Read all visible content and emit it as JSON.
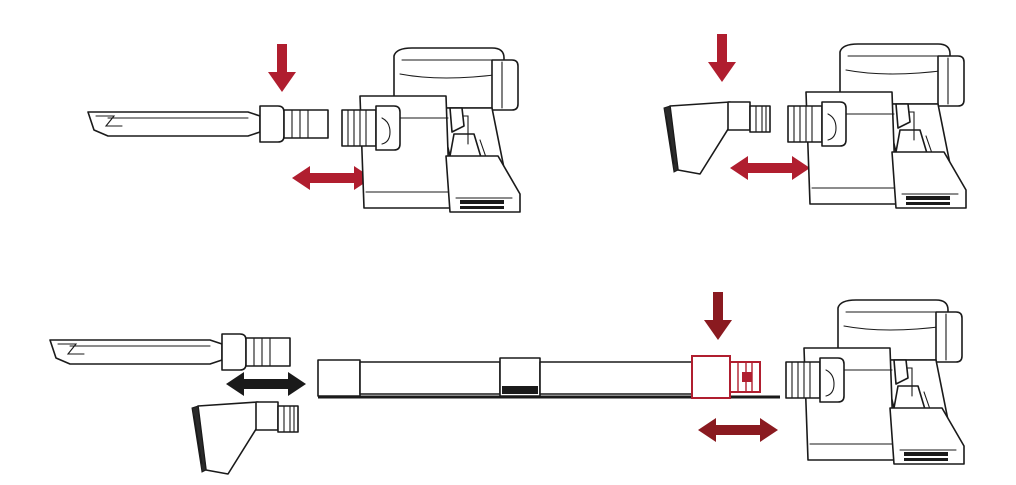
{
  "colors": {
    "background": "#ffffff",
    "line": "#1a1a1a",
    "arrow_red": "#b01e2f",
    "arrow_darkred": "#8a1a20",
    "arrow_black": "#1a1a1a",
    "highlight_red": "#b01e2f"
  },
  "panels": [
    {
      "name": "wand-to-main-unit",
      "push_arrow": "red",
      "slide_arrow": "red"
    },
    {
      "name": "brush-to-main-unit",
      "push_arrow": "red",
      "slide_arrow": "red"
    },
    {
      "name": "accessories-to-extension-tube",
      "push_arrow": "darkred",
      "slide_arrow": "darkred",
      "accessory_slide_arrow": "black"
    }
  ],
  "icons": [
    "down-arrow-icon",
    "double-arrow-icon"
  ]
}
